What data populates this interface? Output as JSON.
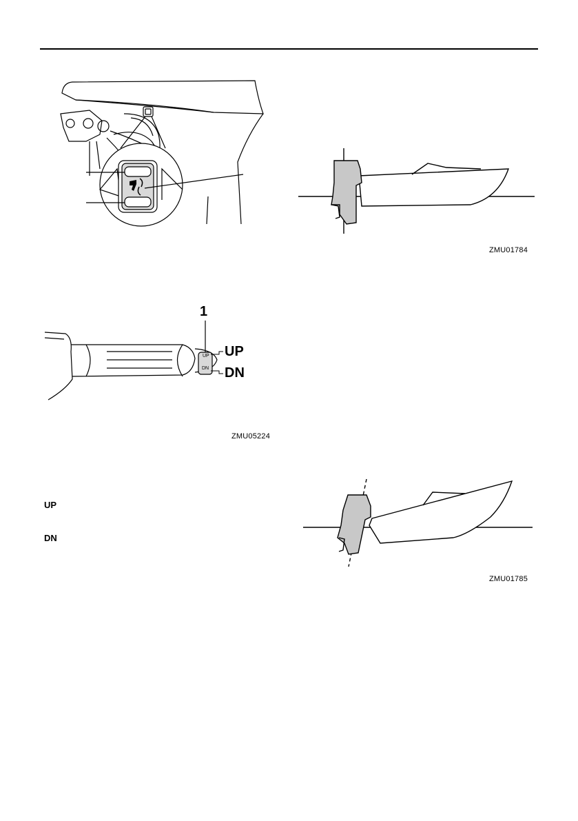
{
  "figure1": {
    "code": "ZMU01784"
  },
  "figure2": {
    "callout_number": "1",
    "label_up": "UP",
    "label_dn": "DN",
    "switch_up_text": "UP",
    "switch_dn_text": "DN",
    "code": "ZMU05224"
  },
  "figure3": {
    "code": "ZMU01785"
  },
  "legend": {
    "up": "UP",
    "dn": "DN"
  }
}
